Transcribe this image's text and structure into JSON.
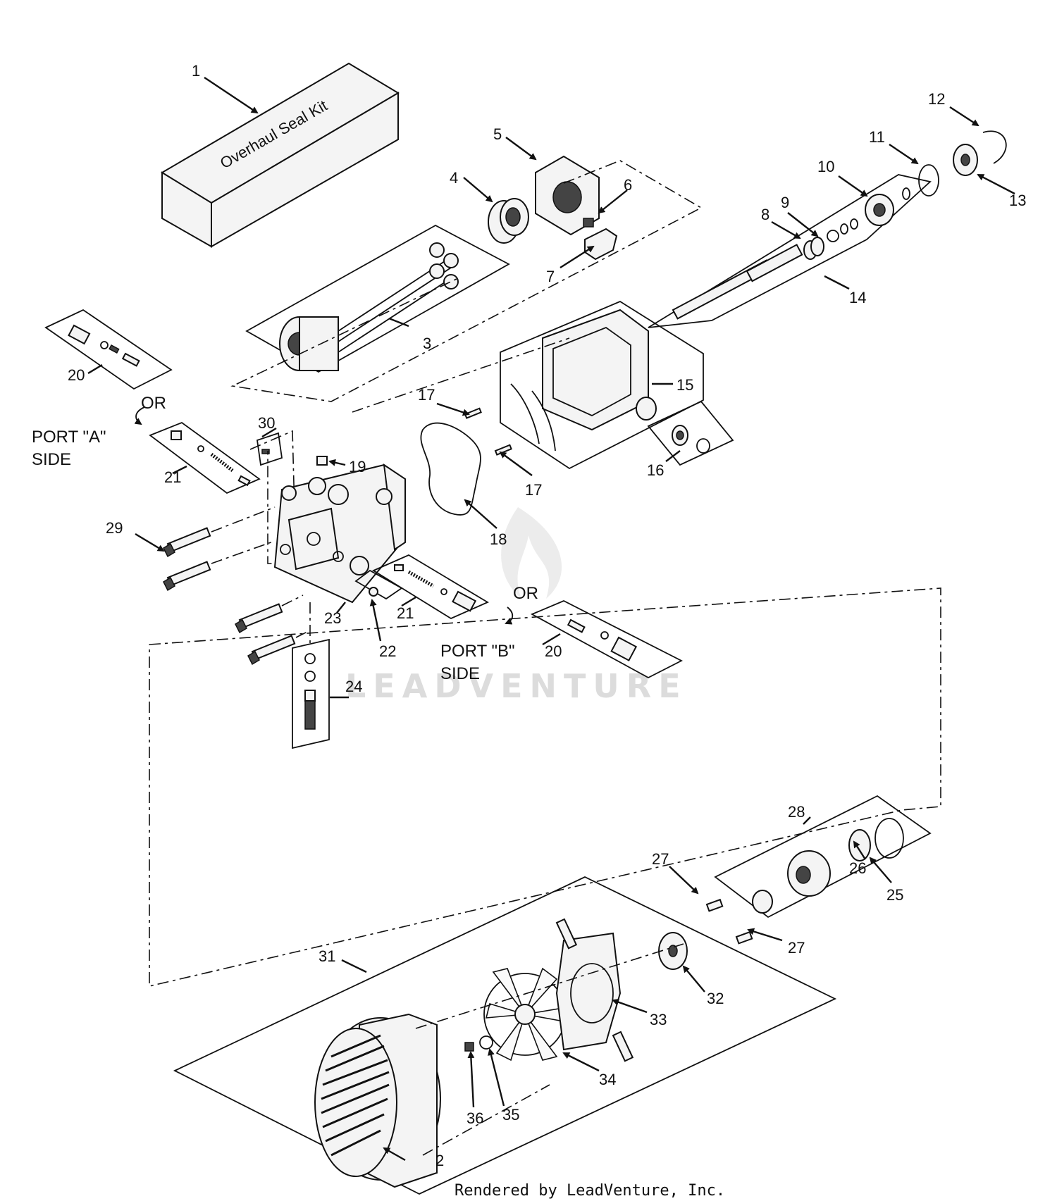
{
  "labels": {
    "p1": "1",
    "p2": "2",
    "p3": "3",
    "p4": "4",
    "p5": "5",
    "p6": "6",
    "p7": "7",
    "p8": "8",
    "p9": "9",
    "p10": "10",
    "p11": "11",
    "p12": "12",
    "p13": "13",
    "p14": "14",
    "p15": "15",
    "p16": "16",
    "p17a": "17",
    "p17b": "17",
    "p18": "18",
    "p19": "19",
    "p20a": "20",
    "p20b": "20",
    "p21a": "21",
    "p21b": "21",
    "p22": "22",
    "p23": "23",
    "p24": "24",
    "p25": "25",
    "p26": "26",
    "p27a": "27",
    "p27b": "27",
    "p28": "28",
    "p29": "29",
    "p30": "30",
    "p31": "31",
    "p32": "32",
    "p33": "33",
    "p34": "34",
    "p35": "35",
    "p36": "36"
  },
  "seal_kit_text": "Overhaul Seal Kit",
  "or_a": "OR",
  "or_b": "OR",
  "port_a_line1": "PORT \"A\"",
  "port_a_line2": "SIDE",
  "port_b_line1": "PORT \"B\"",
  "port_b_line2": "SIDE",
  "watermark": "LEADVENTURE",
  "credit": "Rendered by LeadVenture, Inc."
}
